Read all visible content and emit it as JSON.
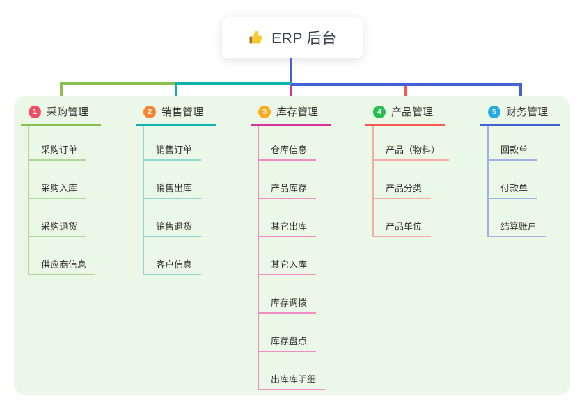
{
  "root": {
    "icon": "thumbs-up-icon",
    "label": "ERP 后台"
  },
  "branches": [
    {
      "number": "1",
      "title": "采购管理",
      "badge_color": "#ef4e63",
      "line_color": "#8abf4f",
      "light_color": "#aed79a",
      "children": [
        "采购订单",
        "采购入库",
        "采购退货",
        "供应商信息"
      ]
    },
    {
      "number": "2",
      "title": "销售管理",
      "badge_color": "#fb8333",
      "line_color": "#0fb3ab",
      "light_color": "#8ed7d2",
      "children": [
        "销售订单",
        "销售出库",
        "销售退货",
        "客户信息"
      ]
    },
    {
      "number": "3",
      "title": "库存管理",
      "badge_color": "#fcab1e",
      "line_color": "#d4349d",
      "light_color": "#f18cc7",
      "children": [
        "仓库信息",
        "产品库存",
        "其它出库",
        "其它入库",
        "库存调拨",
        "库存盘点",
        "出库库明细"
      ]
    },
    {
      "number": "4",
      "title": "产品管理",
      "badge_color": "#2abd4f",
      "line_color": "#f25a50",
      "light_color": "#f8aba5",
      "children": [
        "产品（物料）",
        "产品分类",
        "产品单位"
      ]
    },
    {
      "number": "5",
      "title": "财务管理",
      "badge_color": "#28a9e2",
      "line_color": "#4561d8",
      "light_color": "#9fb3e8",
      "children": [
        "回款单",
        "付款单",
        "结算账户"
      ]
    }
  ],
  "colors": {
    "panel_bg": "#ebf7e7",
    "text": "#333333"
  }
}
